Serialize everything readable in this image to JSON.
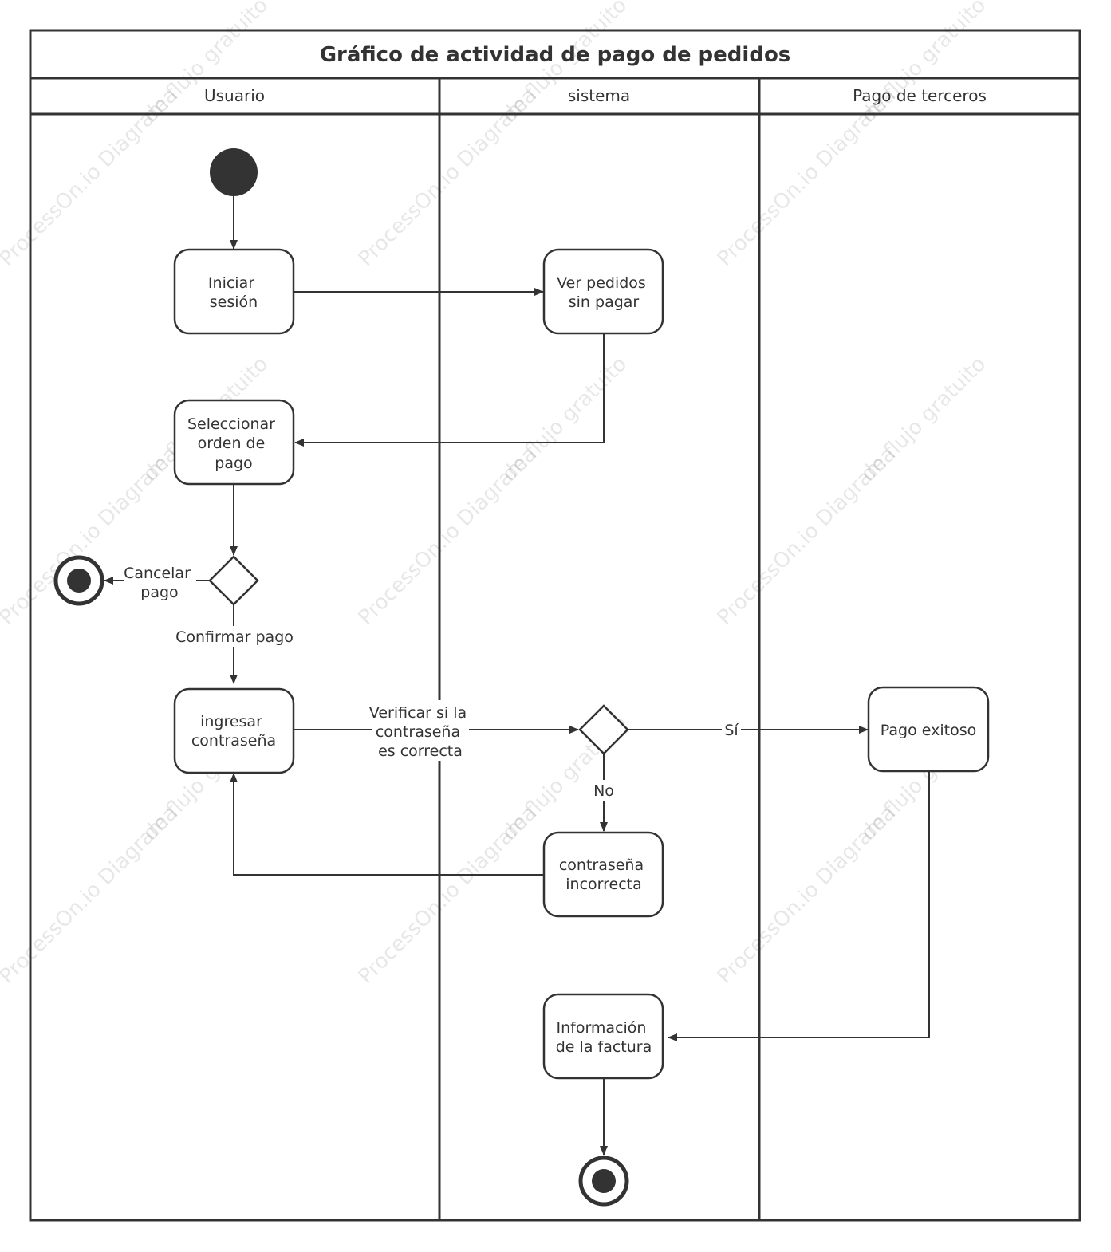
{
  "title": "Gráfico de actividad de pago de pedidos",
  "colors": {
    "stroke": "#333333",
    "fill": "#333333",
    "background": "#ffffff"
  },
  "lanes": {
    "user": "Usuario",
    "system": "sistema",
    "third_party": "Pago de terceros"
  },
  "nodes": {
    "login": [
      "Iniciar",
      "sesión"
    ],
    "view_orders": [
      "Ver pedidos",
      "sin pagar"
    ],
    "select_order": [
      "Seleccionar",
      "orden de",
      "pago"
    ],
    "enter_password": [
      "ingresar",
      "contraseña"
    ],
    "wrong_password": [
      "contraseña",
      "incorrecta"
    ],
    "payment_success": [
      "Pago exitoso"
    ],
    "invoice": [
      "Información",
      "de la factura"
    ]
  },
  "edges": {
    "cancel": [
      "Cancelar",
      "pago"
    ],
    "confirm": "Confirmar pago",
    "verify": [
      "Verificar si la",
      "contraseña",
      "es correcta"
    ],
    "yes": "Sí",
    "no": "No"
  },
  "watermark": {
    "left": "ProcessOn.io Diagrama",
    "right": "de flujo gratuito"
  }
}
